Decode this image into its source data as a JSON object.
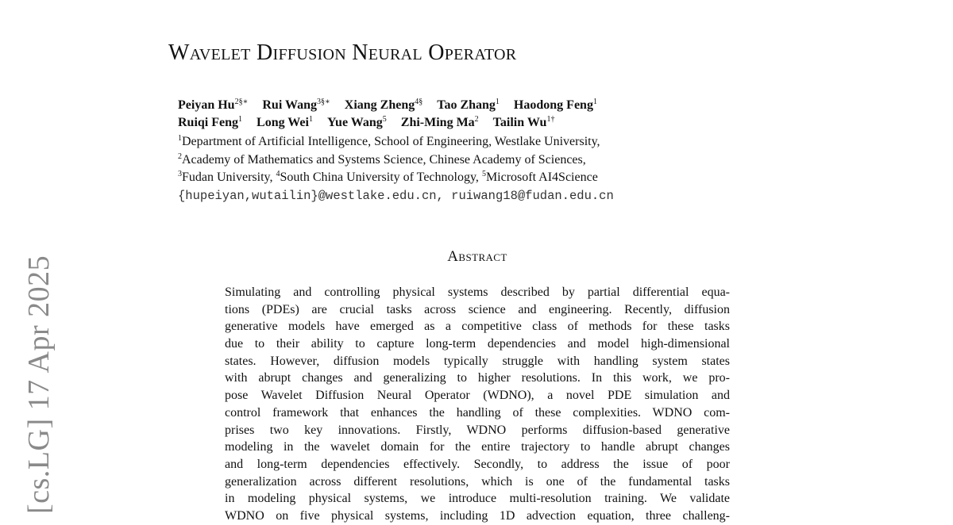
{
  "arxiv_stamp": "[cs.LG]  17 Apr 2025",
  "title": "Wavelet Diffusion Neural Operator",
  "authors": {
    "row1": [
      {
        "name": "Peiyan Hu",
        "sup": "2§∗"
      },
      {
        "name": "Rui Wang",
        "sup": "3§∗"
      },
      {
        "name": "Xiang Zheng",
        "sup": "4§"
      },
      {
        "name": "Tao Zhang",
        "sup": "1"
      },
      {
        "name": "Haodong Feng",
        "sup": "1"
      }
    ],
    "row2": [
      {
        "name": "Ruiqi Feng",
        "sup": "1"
      },
      {
        "name": "Long Wei",
        "sup": "1"
      },
      {
        "name": "Yue Wang",
        "sup": "5"
      },
      {
        "name": "Zhi-Ming Ma",
        "sup": "2"
      },
      {
        "name": "Tailin Wu",
        "sup": "1†"
      }
    ]
  },
  "affiliations": {
    "a1": {
      "sup": "1",
      "text": "Department of Artificial Intelligence, School of Engineering, Westlake University,"
    },
    "a2": {
      "sup": "2",
      "text": "Academy of Mathematics and Systems Science, Chinese Academy of Sciences,"
    },
    "a3": {
      "sup": "3",
      "text": "Fudan University, "
    },
    "a4": {
      "sup": "4",
      "text": "South China University of Technology, "
    },
    "a5": {
      "sup": "5",
      "text": "Microsoft AI4Science"
    },
    "emails": "{hupeiyan,wutailin}@westlake.edu.cn, ruiwang18@fudan.edu.cn"
  },
  "abstract": {
    "heading": "Abstract",
    "lines": [
      "Simulating and controlling physical systems described by partial differential equa-",
      "tions (PDEs) are crucial tasks across science and engineering. Recently, diffusion",
      "generative models have emerged as a competitive class of methods for these tasks",
      "due to their ability to capture long-term dependencies and model high-dimensional",
      "states. However, diffusion models typically struggle with handling system states",
      "with abrupt changes and generalizing to higher resolutions. In this work, we pro-",
      "pose Wavelet Diffusion Neural Operator (WDNO), a novel PDE simulation and",
      "control framework that enhances the handling of these complexities. WDNO com-",
      "prises two key innovations. Firstly, WDNO performs diffusion-based generative",
      "modeling in the wavelet domain for the entire trajectory to handle abrupt changes",
      "and long-term dependencies effectively. Secondly, to address the issue of poor",
      "generalization across different resolutions, which is one of the fundamental tasks",
      "in modeling physical systems, we introduce multi-resolution training. We validate",
      "WDNO on five physical systems, including 1D advection equation, three challeng-"
    ]
  }
}
